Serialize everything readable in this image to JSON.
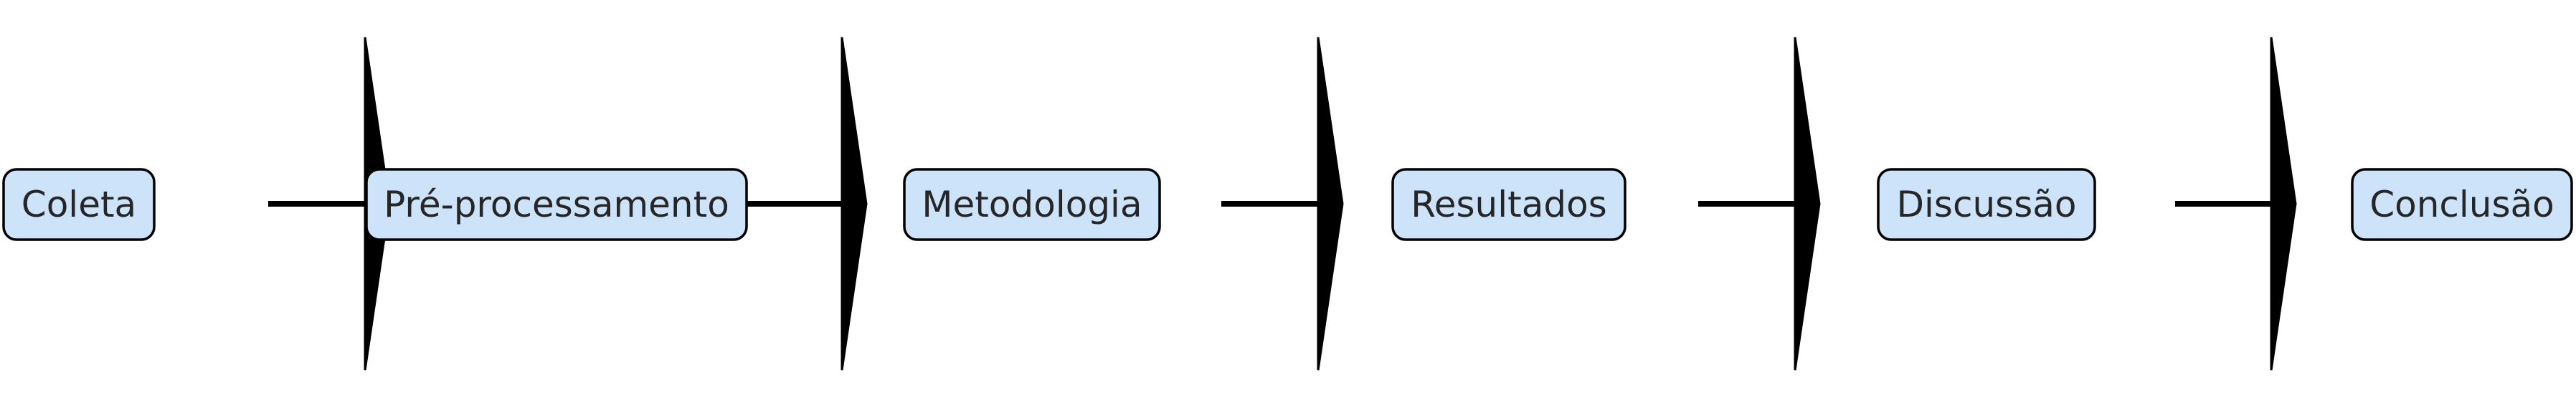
{
  "diagram": {
    "nodes": [
      {
        "id": "coleta",
        "label": "Coleta"
      },
      {
        "id": "pre-processamento",
        "label": "Pré-processamento"
      },
      {
        "id": "metodologia",
        "label": "Metodologia"
      },
      {
        "id": "resultados",
        "label": "Resultados"
      },
      {
        "id": "discussao",
        "label": "Discussão"
      },
      {
        "id": "conclusao",
        "label": "Conclusão"
      }
    ],
    "edges": [
      {
        "from": "coleta",
        "to": "pre-processamento"
      },
      {
        "from": "pre-processamento",
        "to": "metodologia"
      },
      {
        "from": "metodologia",
        "to": "resultados"
      },
      {
        "from": "resultados",
        "to": "discussao"
      },
      {
        "from": "discussao",
        "to": "conclusao"
      }
    ],
    "colors": {
      "node_fill": "#cce3fa",
      "node_stroke": "#000000",
      "text": "#262626",
      "arrow": "#000000"
    }
  }
}
